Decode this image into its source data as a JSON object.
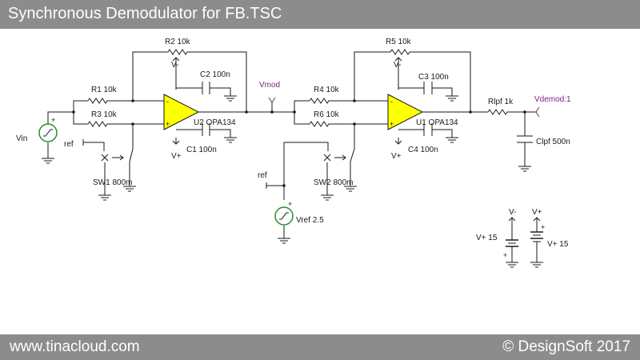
{
  "title": "Synchronous Demodulator for FB.TSC",
  "footer": {
    "left": "www.tinacloud.com",
    "right": "© DesignSoft 2017"
  },
  "colors": {
    "bar": "#8c8c8c",
    "wire": "#1a1a1a",
    "opamp_fill": "#ffff00",
    "resistor": "#1a1a1a",
    "terminal": "#7a1f7a",
    "source_body": "#2e8b2e"
  },
  "labels": {
    "vin": "Vin",
    "r1": "R1 10k",
    "r2": "R2 10k",
    "r3": "R3 10k",
    "c2": "C2 100n",
    "u2": "U2 OPA134",
    "c1": "C1 100n",
    "vminus": "V-",
    "vplus": "V+",
    "ref": "ref",
    "sw1": "SW1 800m",
    "vmod": "Vmod",
    "r4": "R4 10k",
    "r5": "R5 10k",
    "r6": "R6 10k",
    "c3": "C3 100n",
    "u1": "U1 OPA134",
    "c4": "C4 100n",
    "sw2": "SW2 800m",
    "vref": "Vref 2.5",
    "rlpf": "Rlpf 1k",
    "clpf": "Clpf 500n",
    "vdemod": "Vdemod:1",
    "vp15a": "V+ 15",
    "vp15b": "V+ 15",
    "minus": "-",
    "plus": "+"
  }
}
